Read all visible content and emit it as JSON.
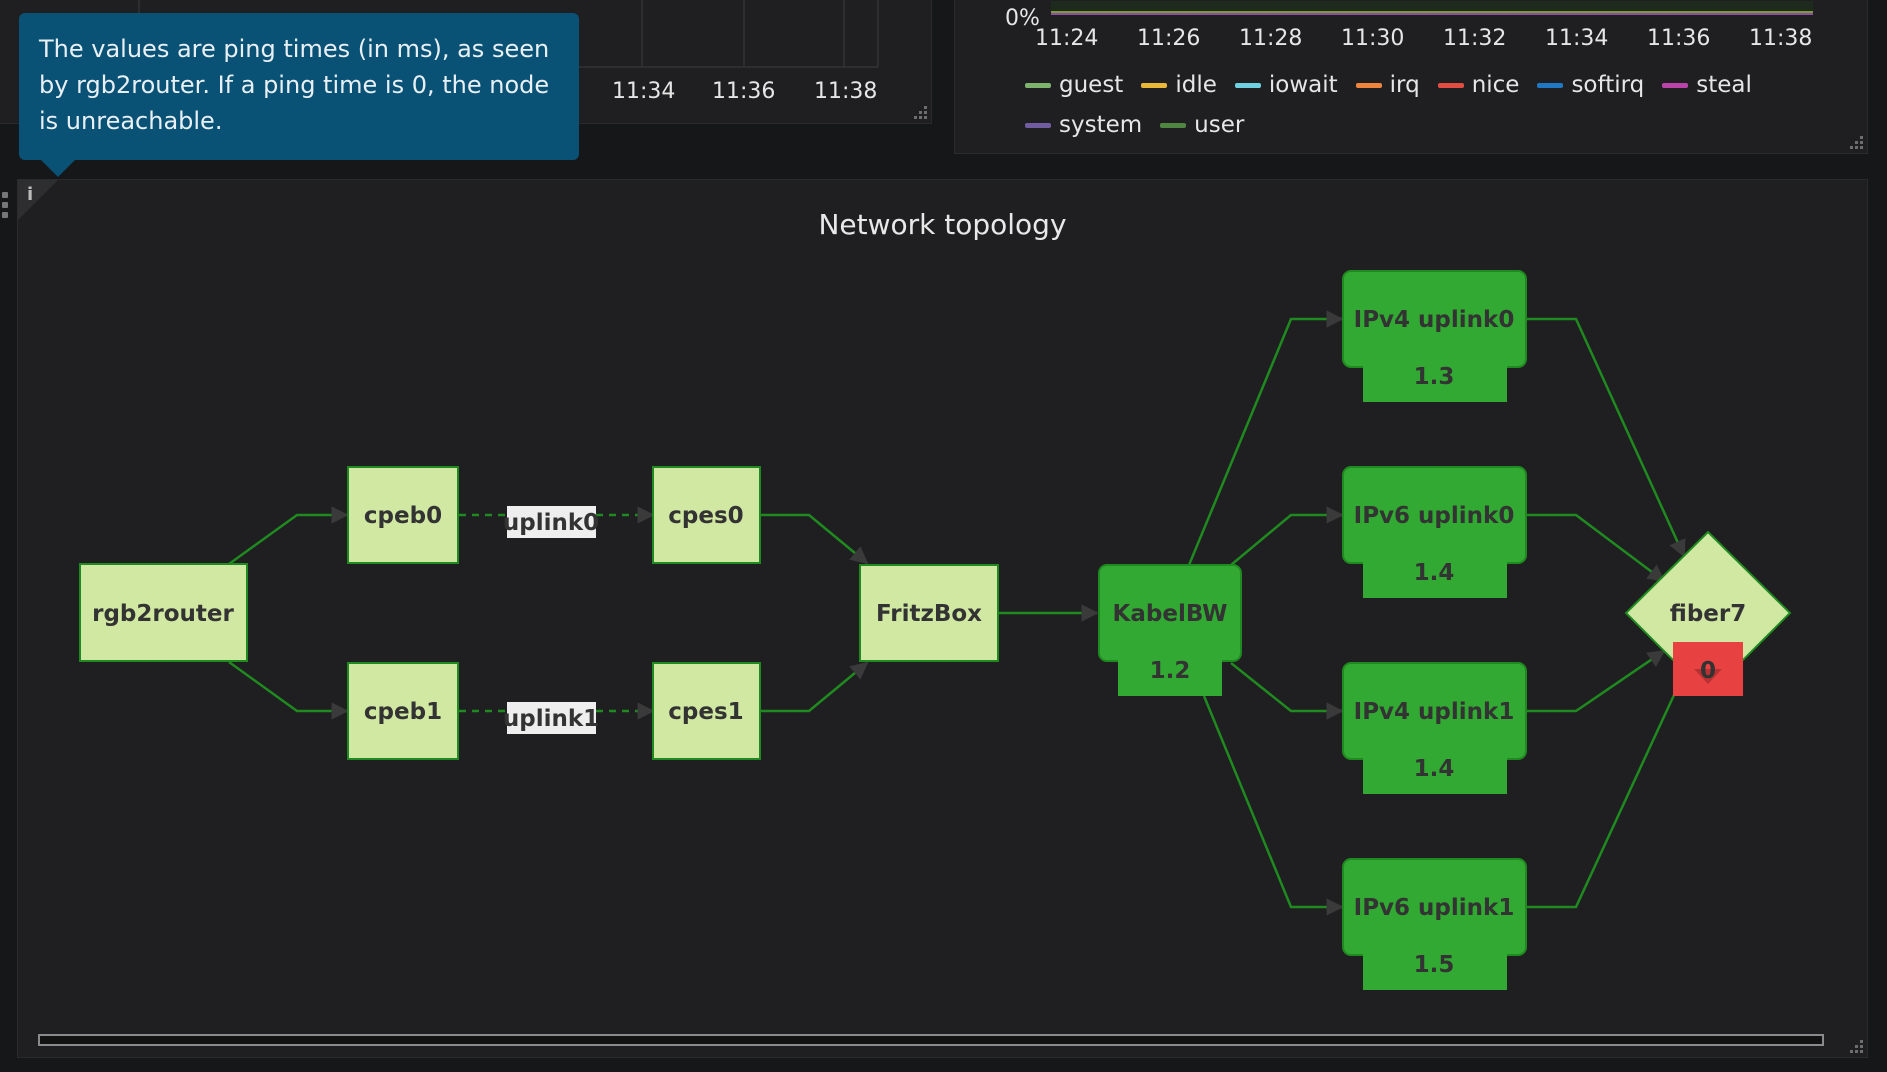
{
  "top_left_panel": {
    "x_ticks": [
      "11:34",
      "11:36",
      "11:38"
    ]
  },
  "top_right_panel": {
    "y_tick": "0%",
    "x_ticks": [
      "11:24",
      "11:26",
      "11:28",
      "11:30",
      "11:32",
      "11:34",
      "11:36",
      "11:38"
    ],
    "legend": [
      {
        "label": "guest",
        "color": "#7eb26d"
      },
      {
        "label": "idle",
        "color": "#eab839"
      },
      {
        "label": "iowait",
        "color": "#6ed0e0"
      },
      {
        "label": "irq",
        "color": "#ef843c"
      },
      {
        "label": "nice",
        "color": "#e24d42"
      },
      {
        "label": "softirq",
        "color": "#1f78c1"
      },
      {
        "label": "steal",
        "color": "#ba43a9"
      },
      {
        "label": "system",
        "color": "#705da0"
      },
      {
        "label": "user",
        "color": "#508642"
      }
    ]
  },
  "tooltip": {
    "text": "The values are ping times (in ms), as seen by rgb2router. If a ping time is 0, the node is unreachable."
  },
  "topology_panel": {
    "info_icon": "i",
    "title": "Network topology",
    "colors": {
      "node_light": "#d0e8a2",
      "node_dark": "#32a932",
      "node_error": "#e84142",
      "edge": "#1f8a1f"
    },
    "nodes": {
      "rgb2router": {
        "label": "rgb2router"
      },
      "cpeb0": {
        "label": "cpeb0"
      },
      "cpeb1": {
        "label": "cpeb1"
      },
      "uplink0": {
        "label": "uplink0"
      },
      "uplink1": {
        "label": "uplink1"
      },
      "cpes0": {
        "label": "cpes0"
      },
      "cpes1": {
        "label": "cpes1"
      },
      "fritzbox": {
        "label": "FritzBox"
      },
      "kabelbw": {
        "label": "KabelBW",
        "value": "1.2"
      },
      "ipv4_uplink0": {
        "label": "IPv4 uplink0",
        "value": "1.3"
      },
      "ipv6_uplink0": {
        "label": "IPv6 uplink0",
        "value": "1.4"
      },
      "ipv4_uplink1": {
        "label": "IPv4 uplink1",
        "value": "1.4"
      },
      "ipv6_uplink1": {
        "label": "IPv6 uplink1",
        "value": "1.5"
      },
      "fiber7": {
        "label": "fiber7",
        "value": "0"
      }
    }
  }
}
